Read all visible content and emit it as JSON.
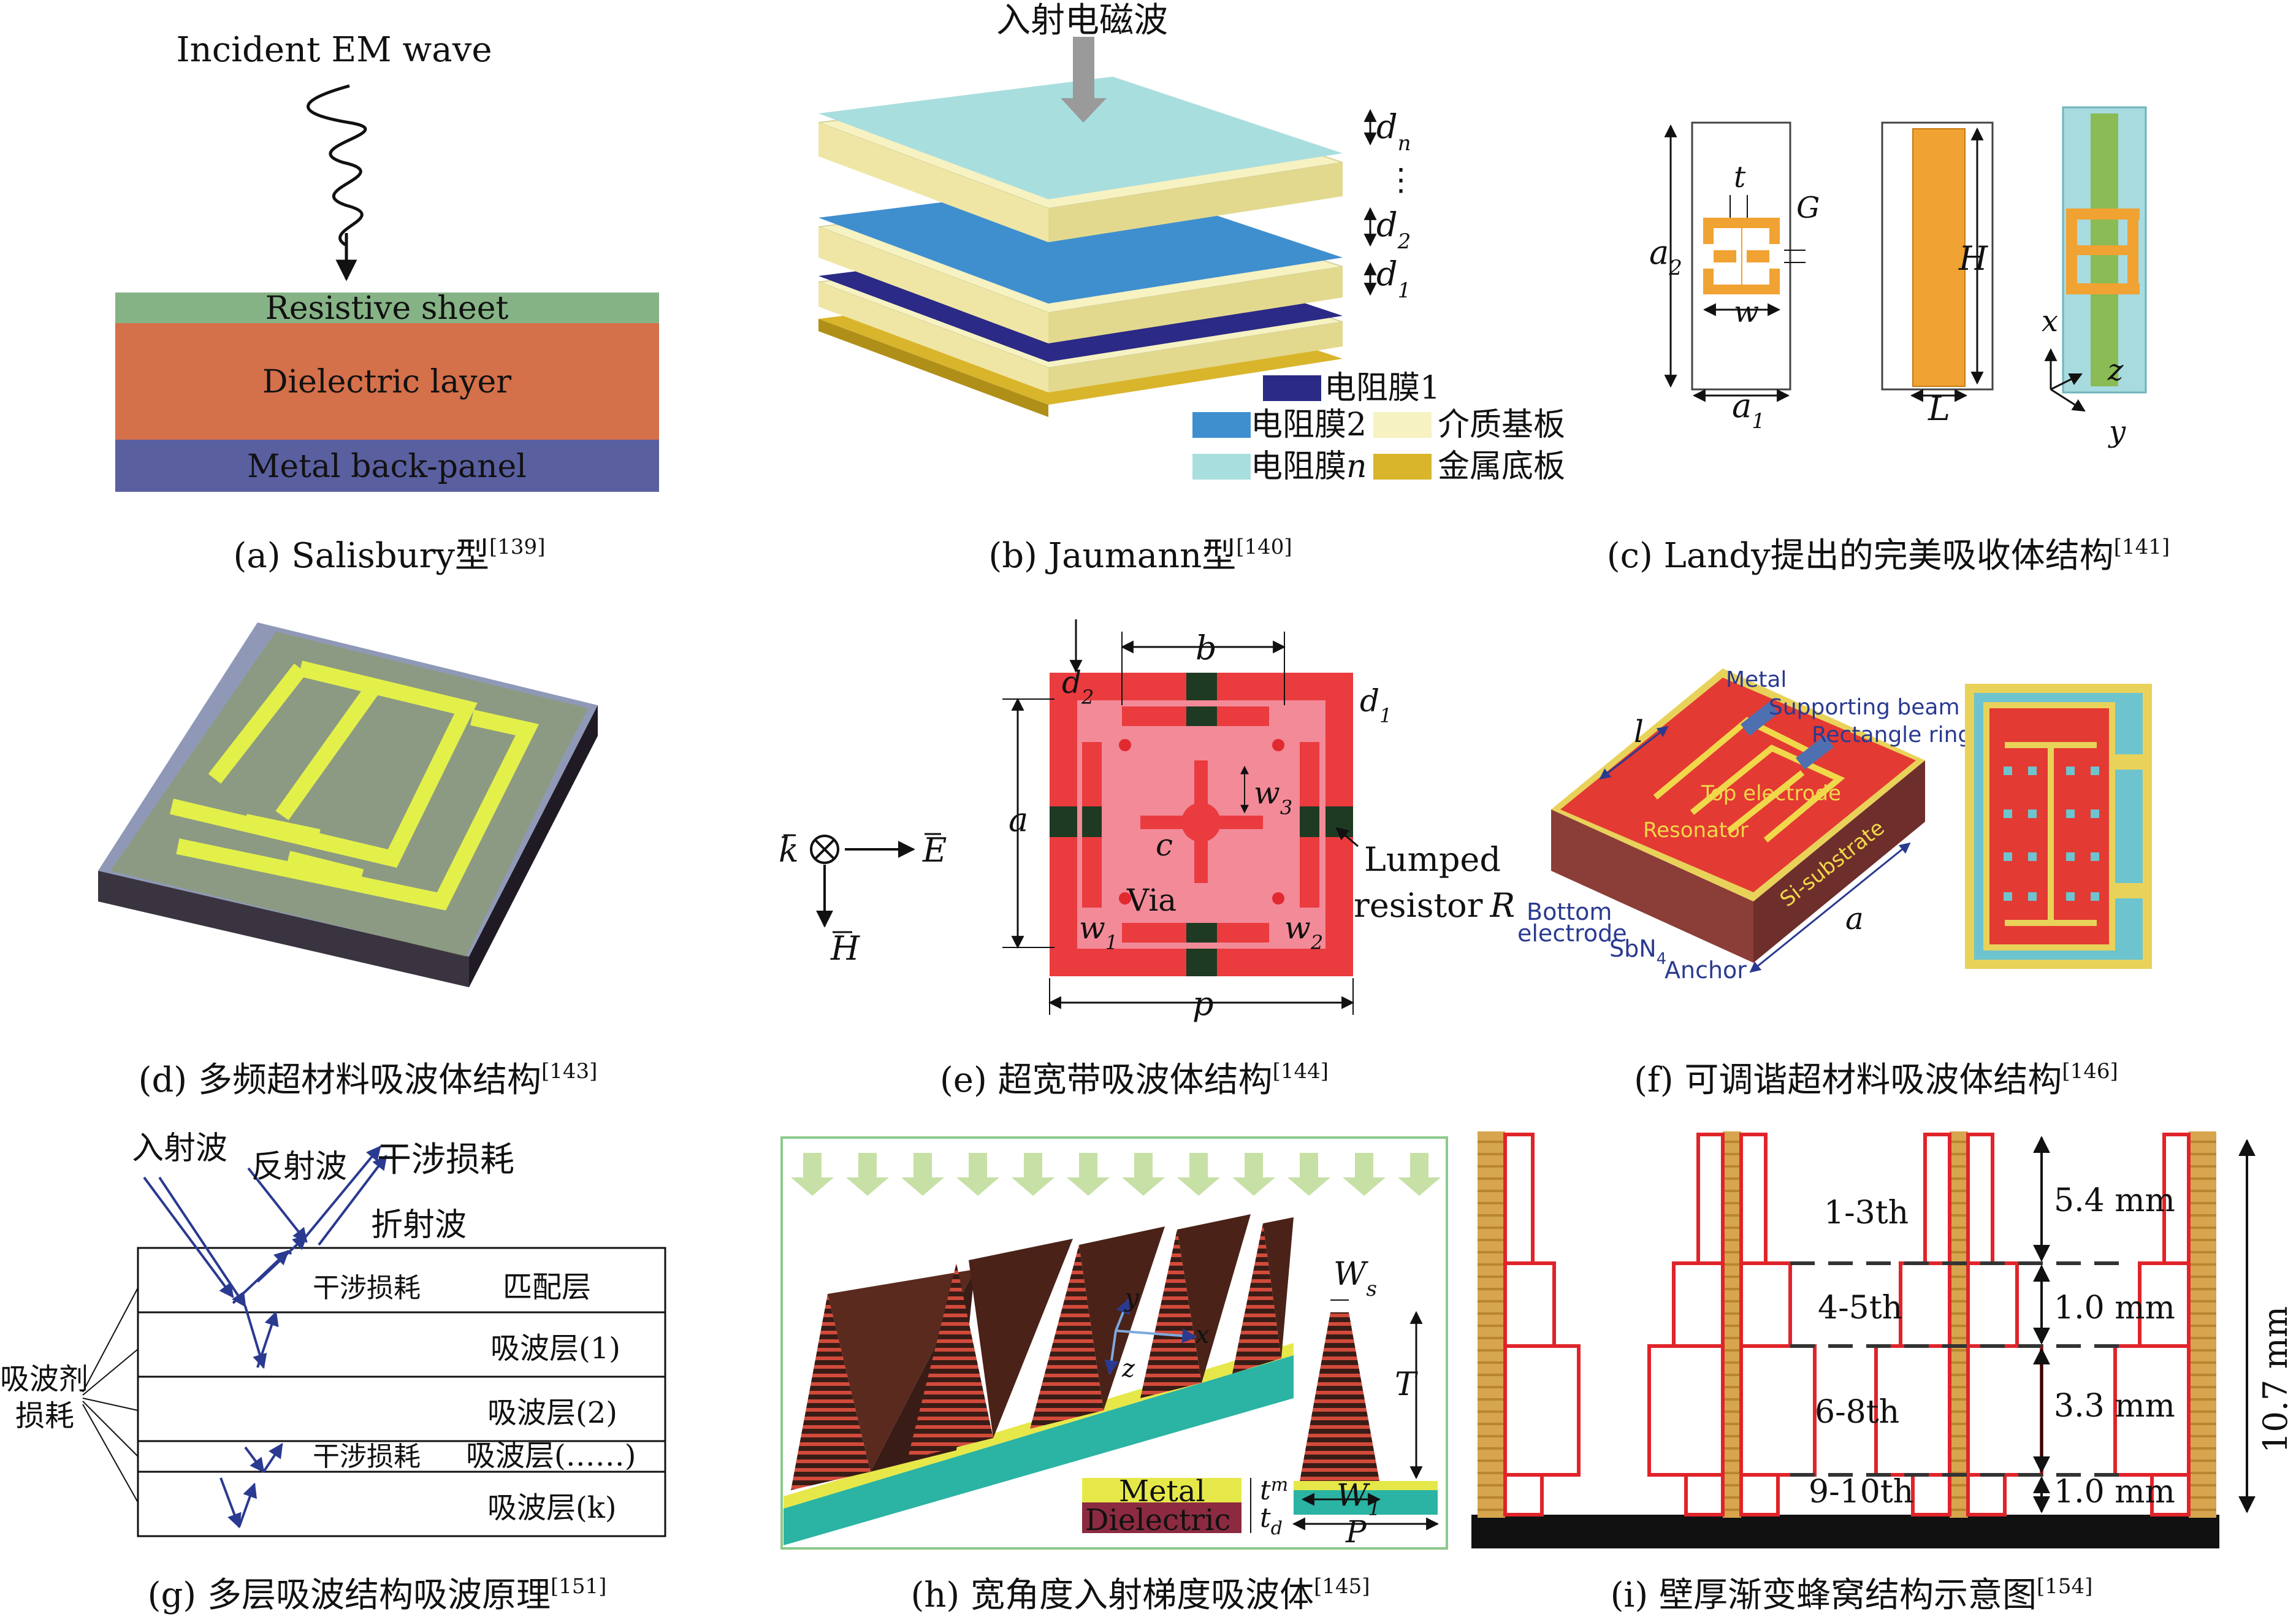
{
  "captions": {
    "a": "(a) Salisbury型",
    "a_ref": "[139]",
    "b": "(b) Jaumann型",
    "b_ref": "[140]",
    "c": "(c) Landy提出的完美吸收体结构",
    "c_ref": "[141]",
    "d": "(d) 多频超材料吸波体结构",
    "d_ref": "[143]",
    "e": "(e) 超宽带吸波体结构",
    "e_ref": "[144]",
    "f": "(f) 可调谐超材料吸波体结构",
    "f_ref": "[146]",
    "g": "(g) 多层吸波结构吸波原理",
    "g_ref": "[151]",
    "h": "(h) 宽角度入射梯度吸波体",
    "h_ref": "[145]",
    "i": "(i) 壁厚渐变蜂窝结构示意图",
    "i_ref": "[154]"
  },
  "panel_a": {
    "incident": "Incident EM wave",
    "layers": [
      "Resistive sheet",
      "Dielectric layer",
      "Metal back-panel"
    ],
    "colors": [
      "#86b386",
      "#d4704a",
      "#5a5fa0"
    ]
  },
  "panel_b": {
    "incident": "入射电磁波",
    "dims": [
      "d",
      "n",
      "⋮",
      "d",
      "2",
      "d",
      "1"
    ],
    "legend": [
      "电阻膜1",
      "电阻膜2",
      "介质基板",
      "电阻膜",
      "n",
      "金属底板"
    ],
    "colors": {
      "film1": "#2b2a86",
      "film2": "#3f8fcf",
      "dielectric": "#f6f2c2",
      "filmn": "#a9dede",
      "metal": "#d9b52b"
    }
  },
  "panel_c": {
    "labels": [
      "a",
      "2",
      "t",
      "G",
      "w",
      "a",
      "1",
      "H",
      "L",
      "x",
      "z",
      "y"
    ]
  },
  "panel_e": {
    "labels": [
      "b",
      "d",
      "2",
      "d",
      "1",
      "a",
      "w",
      "3",
      "c",
      "Via",
      "Lumped",
      "resistor",
      "R",
      "w",
      "1",
      "w",
      "2",
      "p",
      "k",
      "E",
      "H"
    ]
  },
  "panel_f": {
    "labels": [
      "Metal",
      "Supporting beam",
      "Rectangle ring",
      "l",
      "Top electrode",
      "Resonator",
      "Si-substrate",
      "Bottom",
      "electrode",
      "SbN",
      "4",
      "Anchor",
      "a"
    ]
  },
  "panel_g": {
    "labels": [
      "入射波",
      "反射波",
      "干涉损耗",
      "折射波",
      "干涉损耗",
      "干涉损耗",
      "吸波剂",
      "损耗"
    ],
    "layers": [
      "匹配层",
      "吸波层(1)",
      "吸波层(2)",
      "吸波层(……)",
      "吸波层(k)"
    ]
  },
  "panel_h": {
    "labels": [
      "W",
      "s",
      "T",
      "t",
      "m",
      "t",
      "d",
      "W",
      "1",
      "P",
      "y",
      "x",
      "z"
    ],
    "legend": [
      "Metal",
      "Dielectric"
    ]
  },
  "panel_i": {
    "rows": [
      "1-3th",
      "4-5th",
      "6-8th",
      "9-10th"
    ],
    "dims": [
      "5.4 mm",
      "1.0 mm",
      "3.3 mm",
      "1.0 mm"
    ],
    "total": "10.7 mm"
  }
}
